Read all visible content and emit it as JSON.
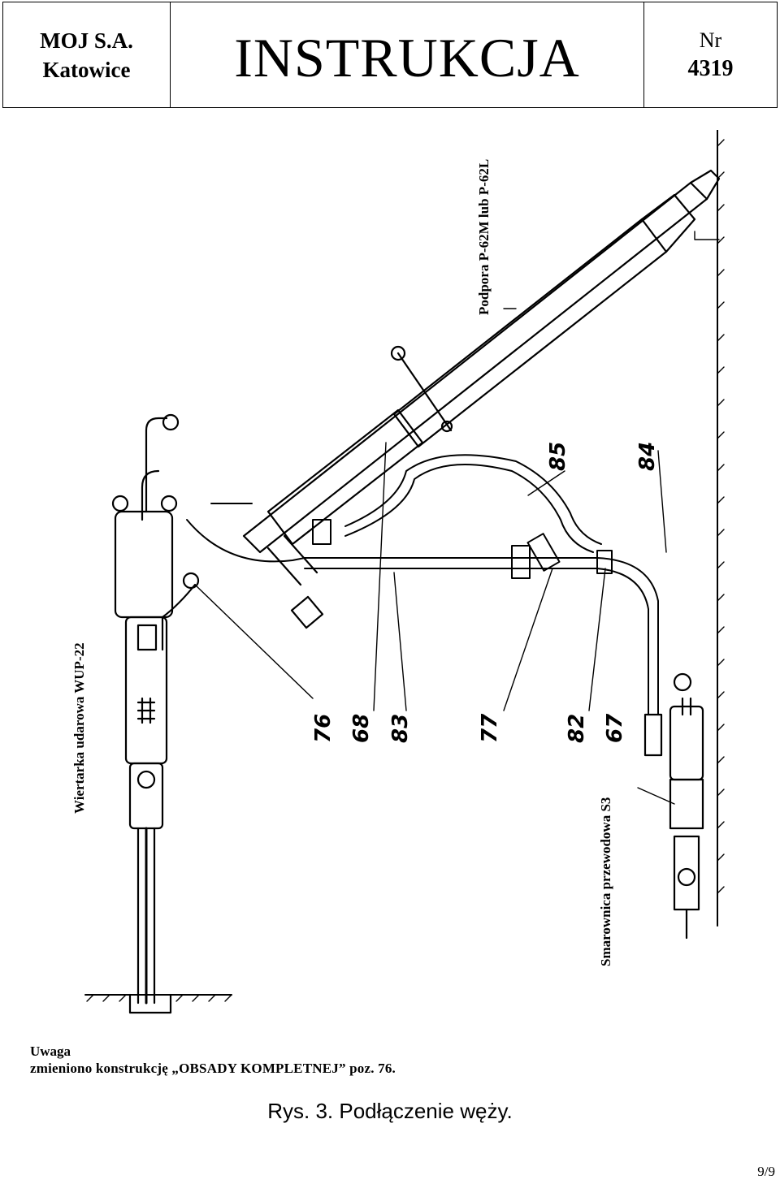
{
  "header": {
    "company_line1": "MOJ S.A.",
    "company_line2": "Katowice",
    "title": "INSTRUKCJA",
    "nr_label": "Nr",
    "nr_value": "4319"
  },
  "drawing": {
    "label_drill": "Wiertarka udarowa WUP-22",
    "label_support": "Podpora P-62M lub P-62L",
    "label_lubricator": "Smarownica przewodowa S3",
    "callouts": [
      "76",
      "68",
      "83",
      "77",
      "82",
      "67",
      "85",
      "84"
    ]
  },
  "note": {
    "heading": "Uwaga",
    "text": "zmieniono konstrukcję „OBSADY KOMPLETNEJ” poz. 76."
  },
  "caption": "Rys. 3.  Podłączenie węży.",
  "page_number": "9/9"
}
